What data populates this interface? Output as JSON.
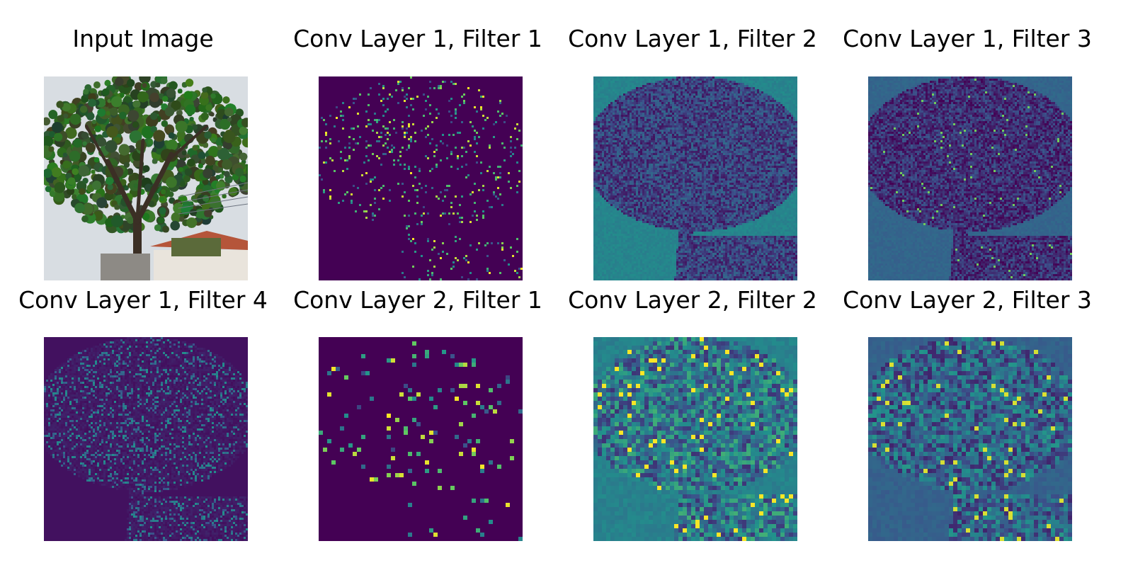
{
  "figure": {
    "panels": [
      {
        "title": "Input Image",
        "kind": "photo",
        "seed": 1
      },
      {
        "title": "Conv Layer 1, Filter 1",
        "kind": "sparse",
        "seed": 11,
        "res": 96
      },
      {
        "title": "Conv Layer 1, Filter 2",
        "kind": "edge-dense",
        "seed": 12,
        "res": 96
      },
      {
        "title": "Conv Layer 1, Filter 3",
        "kind": "dark-dense",
        "seed": 13,
        "res": 96
      },
      {
        "title": "Conv Layer 1, Filter 4",
        "kind": "emboss",
        "seed": 14,
        "res": 96
      },
      {
        "title": "Conv Layer 2, Filter 1",
        "kind": "sparse",
        "seed": 21,
        "res": 48
      },
      {
        "title": "Conv Layer 2, Filter 2",
        "kind": "bright-dense",
        "seed": 22,
        "res": 48
      },
      {
        "title": "Conv Layer 2, Filter 3",
        "kind": "mixed-dense",
        "seed": 23,
        "res": 48
      }
    ],
    "colormap": "viridis",
    "colors": {
      "viridis_low": "#440154",
      "viridis_mid": "#21918c",
      "viridis_high": "#fde725",
      "foliage": "#3f5e2a",
      "sky": "#d8dde2",
      "roof": "#b5553a"
    }
  }
}
